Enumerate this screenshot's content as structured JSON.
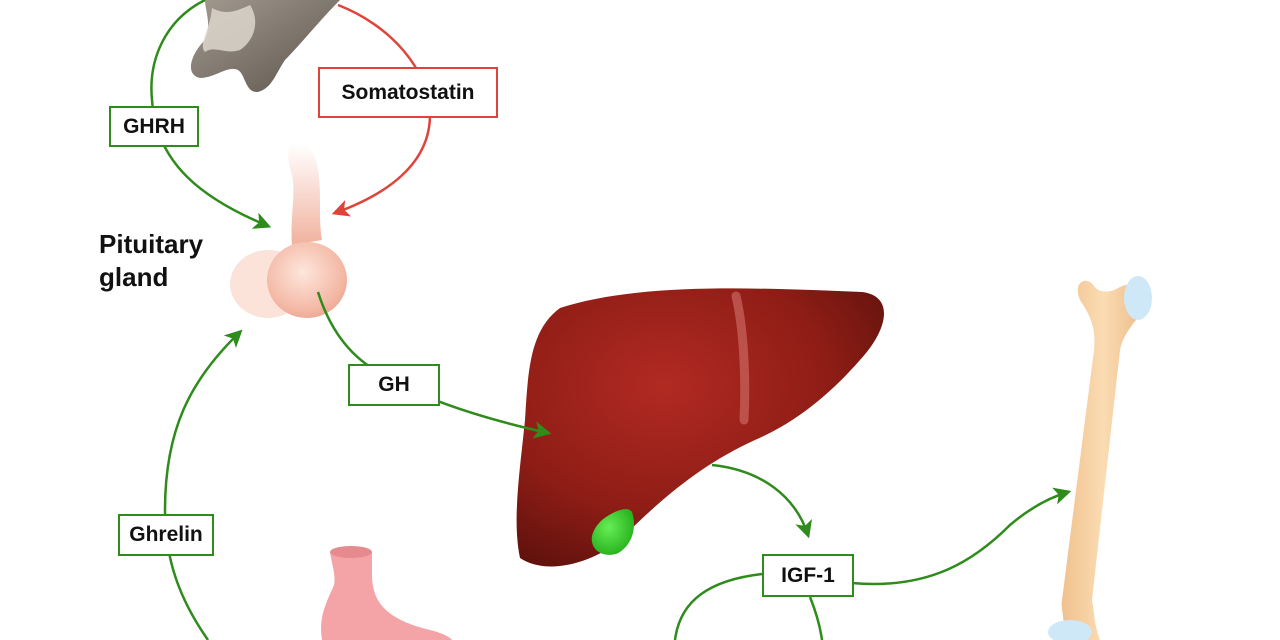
{
  "colors": {
    "stimulate": "#2e8b1c",
    "inhibit": "#e0433a",
    "liver": "#8e1d16",
    "gallbladder": "#33cc22",
    "pituitary": "#f4b9a6",
    "bone": "#f7cfa0",
    "stomach": "#f4a3a6",
    "hypothalamus": "#8a8178"
  },
  "labels": {
    "ghrh": "GHRH",
    "somatostatin": "Somatostatin",
    "gh": "GH",
    "ghrelin": "Ghrelin",
    "igf1": "IGF-1",
    "pituitary_line1": "Pituitary",
    "pituitary_line2": "gland"
  },
  "organs": [
    "hypothalamus",
    "pituitary gland",
    "liver",
    "gallbladder",
    "stomach",
    "bone"
  ],
  "pathways": [
    {
      "label": "GHRH",
      "from": "hypothalamus",
      "to": "pituitary gland",
      "effect": "stimulate"
    },
    {
      "label": "Somatostatin",
      "from": "hypothalamus",
      "to": "pituitary gland",
      "effect": "inhibit"
    },
    {
      "label": "GH",
      "from": "pituitary gland",
      "to": "liver",
      "effect": "stimulate"
    },
    {
      "label": "IGF-1",
      "from": "liver",
      "to": "bone",
      "effect": "stimulate"
    },
    {
      "label": "Ghrelin",
      "from": "stomach",
      "to": "pituitary gland",
      "effect": "stimulate"
    }
  ]
}
